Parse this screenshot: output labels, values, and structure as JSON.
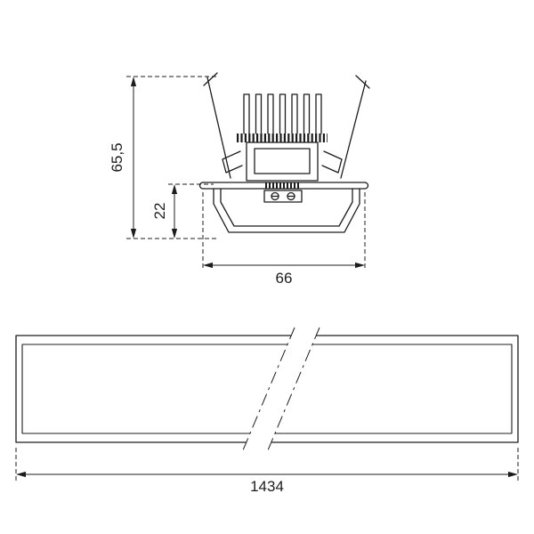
{
  "colors": {
    "line": "#1c1c1c",
    "background": "#ffffff"
  },
  "dimensions": {
    "total_height": "65,5",
    "recess_height": "22",
    "cutout_width": "66",
    "profile_length": "1434"
  }
}
